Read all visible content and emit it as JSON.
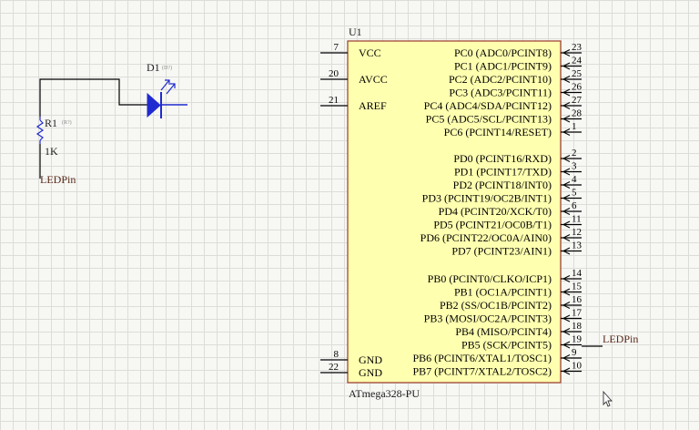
{
  "colors": {
    "ic_body_fill": "#ffffb0",
    "ic_body_border": "#9b3a2b",
    "component_blue": "#1f2bd0",
    "wire": "#000000",
    "net_label": "#5a2b1a"
  },
  "icons": [
    "led-symbol",
    "resistor-symbol",
    "mouse-cursor-icon"
  ],
  "ic": {
    "designator": "U1",
    "part_name": "ATmega328-PU",
    "left_pins": [
      {
        "num": "7",
        "name": "VCC"
      },
      {
        "num": "20",
        "name": "AVCC"
      },
      {
        "num": "21",
        "name": "AREF"
      },
      {
        "num": "8",
        "name": "GND"
      },
      {
        "num": "22",
        "name": "GND"
      }
    ],
    "right_pins": [
      {
        "num": "23",
        "name": "PC0 (ADC0/PCINT8)"
      },
      {
        "num": "24",
        "name": "PC1 (ADC1/PCINT9)"
      },
      {
        "num": "25",
        "name": "PC2 (ADC2/PCINT10)"
      },
      {
        "num": "26",
        "name": "PC3 (ADC3/PCINT11)"
      },
      {
        "num": "27",
        "name": "PC4 (ADC4/SDA/PCINT12)"
      },
      {
        "num": "28",
        "name": "PC5 (ADC5/SCL/PCINT13)"
      },
      {
        "num": "1",
        "name": "PC6 (PCINT14/RESET)"
      },
      {
        "num": "2",
        "name": "PD0 (PCINT16/RXD)"
      },
      {
        "num": "3",
        "name": "PD1 (PCINT17/TXD)"
      },
      {
        "num": "4",
        "name": "PD2 (PCINT18/INT0)"
      },
      {
        "num": "5",
        "name": "PD3 (PCINT19/OC2B/INT1)"
      },
      {
        "num": "6",
        "name": "PD4 (PCINT20/XCK/T0)"
      },
      {
        "num": "11",
        "name": "PD5 (PCINT21/OC0B/T1)"
      },
      {
        "num": "12",
        "name": "PD6 (PCINT22/OC0A/AIN0)"
      },
      {
        "num": "13",
        "name": "PD7 (PCINT23/AIN1)"
      },
      {
        "num": "14",
        "name": "PB0 (PCINT0/CLKO/ICP1)"
      },
      {
        "num": "15",
        "name": "PB1 (OC1A/PCINT1)"
      },
      {
        "num": "16",
        "name": "PB2 (SS/OC1B/PCINT2)"
      },
      {
        "num": "17",
        "name": "PB3 (MOSI/OC2A/PCINT3)"
      },
      {
        "num": "18",
        "name": "PB4 (MISO/PCINT4)"
      },
      {
        "num": "19",
        "name": "PB5 (SCK/PCINT5)"
      },
      {
        "num": "9",
        "name": "PB6 (PCINT6/XTAL1/TOSC1)"
      },
      {
        "num": "10",
        "name": "PB7 (PCINT7/XTAL2/TOSC2)"
      }
    ]
  },
  "led": {
    "designator": "D1",
    "hidden_ref": "(D?)"
  },
  "resistor": {
    "designator": "R1",
    "hidden_ref": "(R?)",
    "value": "1K"
  },
  "net_labels": {
    "resistor_net": "LEDPin",
    "ic_net": "LEDPin"
  }
}
